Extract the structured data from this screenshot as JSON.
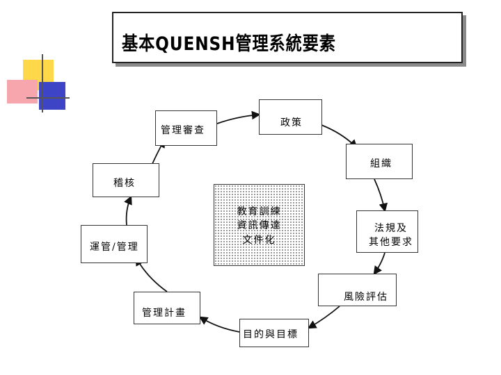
{
  "title": "基本QUENSH管理系統要素",
  "nodes": {
    "policy": "政策",
    "organization": "組織",
    "regulations_line1": "法規及",
    "regulations_line2": "其他要求",
    "risk_assessment": "風險評估",
    "objectives": "目的與目標",
    "management_plan": "管理計畫",
    "operation": "運管/管理",
    "audit": "稽核",
    "management_review": "管理審查"
  },
  "center": {
    "line1": "教育訓練",
    "line2": "資訊傳達",
    "line3": "文件化"
  }
}
